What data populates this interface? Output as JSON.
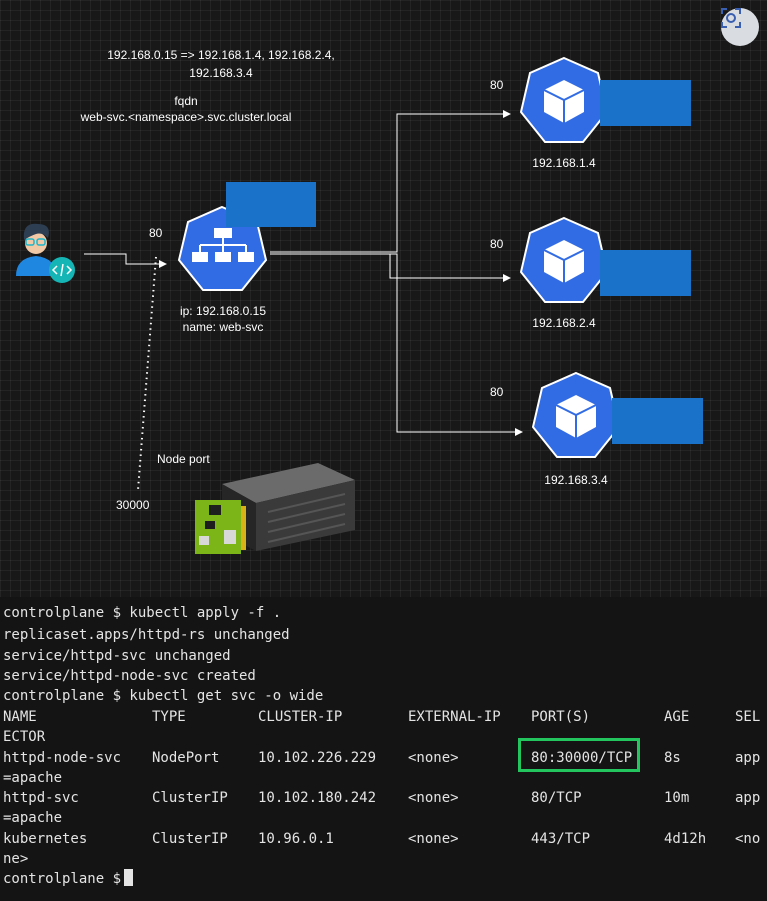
{
  "diagram": {
    "dns_mapping": {
      "line1": "192.168.0.15 =>  192.168.1.4, 192.168.2.4,",
      "line2": "192.168.3.4"
    },
    "fqdn": {
      "label": "fqdn",
      "value": "web-svc.<namespace>.svc.cluster.local"
    },
    "service": {
      "port": "80",
      "ip_label": "ip: 192.168.0.15",
      "name_label": "name: web-svc"
    },
    "pods": [
      {
        "port": "80",
        "ip": "192.168.1.4"
      },
      {
        "port": "80",
        "ip": "192.168.2.4"
      },
      {
        "port": "80",
        "ip": "192.168.3.4"
      }
    ],
    "node_port": {
      "label": "Node port",
      "value": "30000"
    },
    "colors": {
      "k8s_blue": "#326ce5",
      "label_box_blue": "#1a73c8",
      "developer_teal": "#16b5b5",
      "highlight_green": "#22c55e"
    }
  },
  "terminal": {
    "lines": [
      "controlplane $ kubectl apply -f .",
      "replicaset.apps/httpd-rs unchanged",
      "service/httpd-svc unchanged",
      "service/httpd-node-svc created",
      "controlplane $ kubectl get svc -o wide"
    ],
    "table": {
      "headers": [
        "NAME",
        "TYPE",
        "CLUSTER-IP",
        "EXTERNAL-IP",
        "PORT(S)",
        "AGE",
        "SEL"
      ],
      "header_wrap": "ECTOR",
      "rows": [
        {
          "name": "httpd-node-svc",
          "type": "NodePort",
          "cluster_ip": "10.102.226.229",
          "external_ip": "<none>",
          "ports": "80:30000/TCP",
          "age": "8s",
          "selector": "app",
          "wrap": "=apache"
        },
        {
          "name": "httpd-svc",
          "type": "ClusterIP",
          "cluster_ip": "10.102.180.242",
          "external_ip": "<none>",
          "ports": "80/TCP",
          "age": "10m",
          "selector": "app",
          "wrap": "=apache"
        },
        {
          "name": "kubernetes",
          "type": "ClusterIP",
          "cluster_ip": "10.96.0.1",
          "external_ip": "<none>",
          "ports": "443/TCP",
          "age": "4d12h",
          "selector": "<no",
          "wrap": "ne>"
        }
      ]
    },
    "prompt": "controlplane $"
  }
}
